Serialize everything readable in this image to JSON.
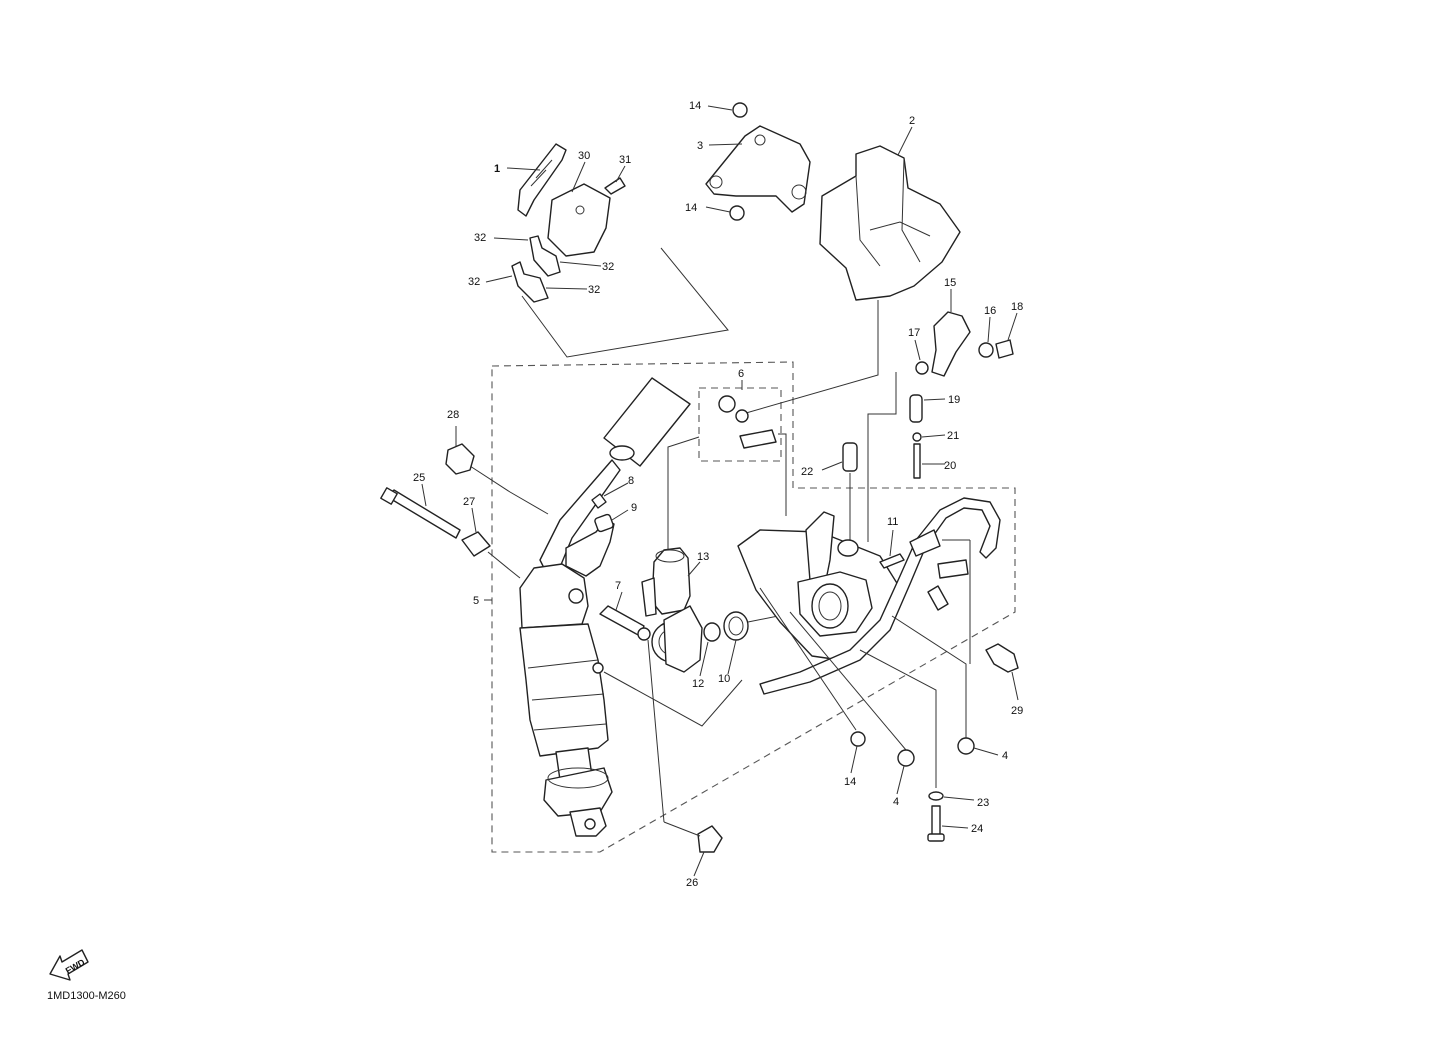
{
  "diagram": {
    "code": "1MD1300-M260",
    "fwd_label": "FWD",
    "callouts": [
      {
        "id": "c1",
        "label": "1"
      },
      {
        "id": "c2",
        "label": "2"
      },
      {
        "id": "c3",
        "label": "3"
      },
      {
        "id": "c4a",
        "label": "4"
      },
      {
        "id": "c4b",
        "label": "4"
      },
      {
        "id": "c5",
        "label": "5"
      },
      {
        "id": "c6",
        "label": "6"
      },
      {
        "id": "c7",
        "label": "7"
      },
      {
        "id": "c8",
        "label": "8"
      },
      {
        "id": "c9",
        "label": "9"
      },
      {
        "id": "c10",
        "label": "10"
      },
      {
        "id": "c11",
        "label": "11"
      },
      {
        "id": "c12",
        "label": "12"
      },
      {
        "id": "c13",
        "label": "13"
      },
      {
        "id": "c14a",
        "label": "14"
      },
      {
        "id": "c14b",
        "label": "14"
      },
      {
        "id": "c14c",
        "label": "14"
      },
      {
        "id": "c15",
        "label": "15"
      },
      {
        "id": "c16",
        "label": "16"
      },
      {
        "id": "c17",
        "label": "17"
      },
      {
        "id": "c18",
        "label": "18"
      },
      {
        "id": "c19",
        "label": "19"
      },
      {
        "id": "c20",
        "label": "20"
      },
      {
        "id": "c21",
        "label": "21"
      },
      {
        "id": "c22",
        "label": "22"
      },
      {
        "id": "c23",
        "label": "23"
      },
      {
        "id": "c24",
        "label": "24"
      },
      {
        "id": "c25",
        "label": "25"
      },
      {
        "id": "c26",
        "label": "26"
      },
      {
        "id": "c27",
        "label": "27"
      },
      {
        "id": "c28",
        "label": "28"
      },
      {
        "id": "c29",
        "label": "29"
      },
      {
        "id": "c30",
        "label": "30"
      },
      {
        "id": "c31",
        "label": "31"
      },
      {
        "id": "c32a",
        "label": "32"
      },
      {
        "id": "c32b",
        "label": "32"
      },
      {
        "id": "c32c",
        "label": "32"
      },
      {
        "id": "c32d",
        "label": "32"
      }
    ]
  }
}
